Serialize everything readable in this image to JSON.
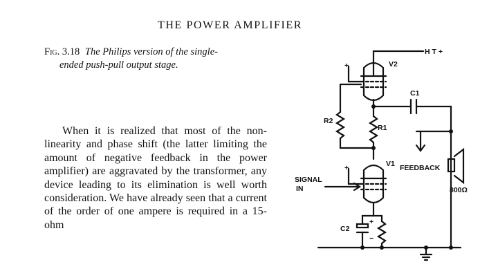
{
  "header": {
    "title": "THE POWER AMPLIFIER"
  },
  "caption": {
    "fig_label": "Fig. 3.18",
    "line1": "The Philips version of the single-",
    "line2": "ended push-pull output stage."
  },
  "body": {
    "paragraph": "When it is realized that most of the non-linearity and phase shift (the latter limiting the amount of negative feedback in the power amplifier) are aggravated by the transformer, any device leading to its elimination is well worth consideration. We have already seen that a current of the order of one ampere is required in a 15-ohm"
  },
  "circuit": {
    "labels": {
      "ht": "H T +",
      "v2": "V2",
      "v1": "V1",
      "c1": "C1",
      "r1": "R1",
      "r2": "R2",
      "c2": "C2",
      "signal": "SIGNAL",
      "signal_in": "IN",
      "feedback": "FEEDBACK",
      "load": "800Ω",
      "plus1": "+",
      "plus2": "+",
      "plus3": "+",
      "minus": "−"
    }
  }
}
